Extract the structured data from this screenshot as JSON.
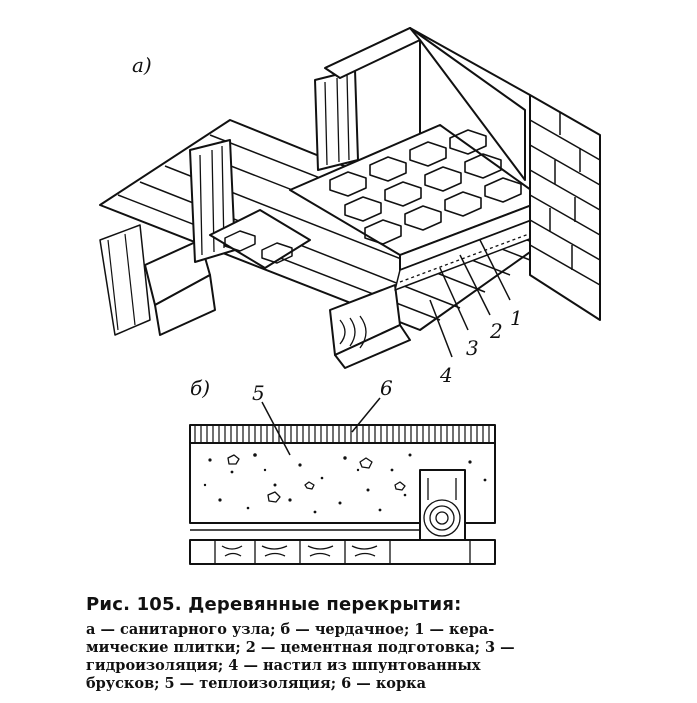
{
  "labels": {
    "a": "а)",
    "b": "б)",
    "n1": "1",
    "n2": "2",
    "n3": "3",
    "n4": "4",
    "n5": "5",
    "n6": "6"
  },
  "caption": {
    "title": "Рис. 105. Деревянные перекрытия:",
    "lines": [
      "а — санитарного узла; б — чердачное; 1 — кера-",
      "мические плитки; 2 — цементная подготовка; 3 —",
      "гидроизоляция;   4 — настил  из шпунтованных",
      "брусков; 5 — теплоизоляция; 6 — корка"
    ]
  },
  "colors": {
    "ink": "#111111",
    "paper": "#ffffff"
  }
}
